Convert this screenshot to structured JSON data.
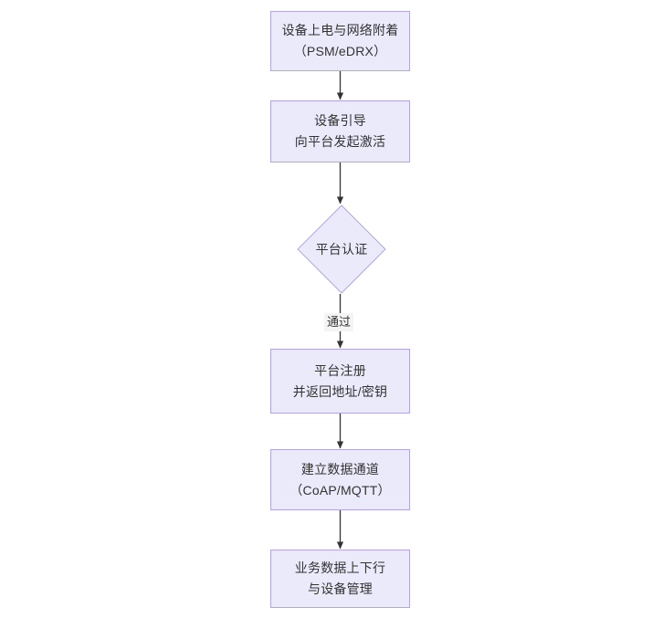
{
  "diagram": {
    "type": "flowchart",
    "orientation": "top-to-bottom",
    "background_color": "#ffffff",
    "node_fill_color": "#ebeafb",
    "node_border_color": "#b3a6e0",
    "text_color": "#333333",
    "edge_color": "#333333",
    "edge_label_background": "#f4f4f4",
    "nodes": [
      {
        "id": "power",
        "shape": "rectangle",
        "label": "设备上电与网络附着\n（PSM/eDRX）"
      },
      {
        "id": "bootstrap",
        "shape": "rectangle",
        "label": "设备引导\n向平台发起激活"
      },
      {
        "id": "auth",
        "shape": "diamond",
        "label": "平台认证"
      },
      {
        "id": "register",
        "shape": "rectangle",
        "label": "平台注册\n并返回地址/密钥"
      },
      {
        "id": "channel",
        "shape": "rectangle",
        "label": "建立数据通道\n（CoAP/MQTT）"
      },
      {
        "id": "service",
        "shape": "rectangle",
        "label": "业务数据上下行\n与设备管理"
      }
    ],
    "edges": [
      {
        "from": "power",
        "to": "bootstrap",
        "label": ""
      },
      {
        "from": "bootstrap",
        "to": "auth",
        "label": ""
      },
      {
        "from": "auth",
        "to": "register",
        "label": "通过"
      },
      {
        "from": "register",
        "to": "channel",
        "label": ""
      },
      {
        "from": "channel",
        "to": "service",
        "label": ""
      }
    ]
  }
}
